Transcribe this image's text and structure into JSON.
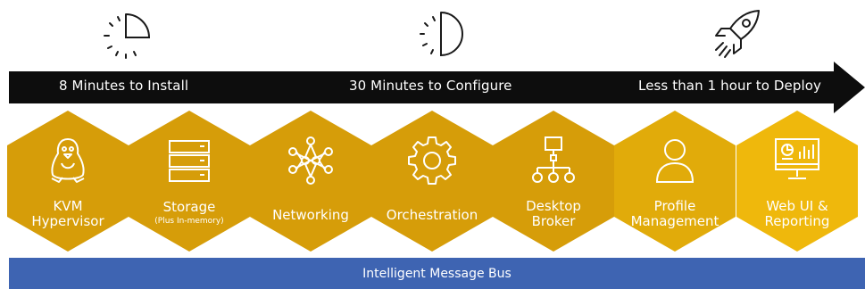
{
  "timeline": {
    "stages": [
      {
        "label": "8 Minutes to Install",
        "icon": "quarter-clock-icon"
      },
      {
        "label": "30 Minutes to Configure",
        "icon": "half-clock-icon"
      },
      {
        "label": "Less than 1 hour to Deploy",
        "icon": "rocket-icon"
      }
    ]
  },
  "components": [
    {
      "title": "KVM\nHypervisor",
      "subtitle": "",
      "icon": "penguin-icon",
      "color": "#d69d09"
    },
    {
      "title": "Storage",
      "subtitle": "(Plus In-memory)",
      "icon": "server-stack-icon",
      "color": "#d69d09"
    },
    {
      "title": "Networking",
      "subtitle": "",
      "icon": "network-nodes-icon",
      "color": "#d69d09"
    },
    {
      "title": "Orchestration",
      "subtitle": "",
      "icon": "gear-icon",
      "color": "#d69d09"
    },
    {
      "title": "Desktop\nBroker",
      "subtitle": "",
      "icon": "broker-tree-icon",
      "color": "#d69d09"
    },
    {
      "title": "Profile\nManagement",
      "subtitle": "",
      "icon": "user-profile-icon",
      "color": "#e1ab0a"
    },
    {
      "title": "Web UI &\nReporting",
      "subtitle": "",
      "icon": "dashboard-monitor-icon",
      "color": "#efb80c"
    }
  ],
  "bus": {
    "label": "Intelligent Message Bus",
    "color": "#3e64b2"
  },
  "colors": {
    "arrow": "#0d0d0d",
    "hex_text": "#ffffff"
  }
}
